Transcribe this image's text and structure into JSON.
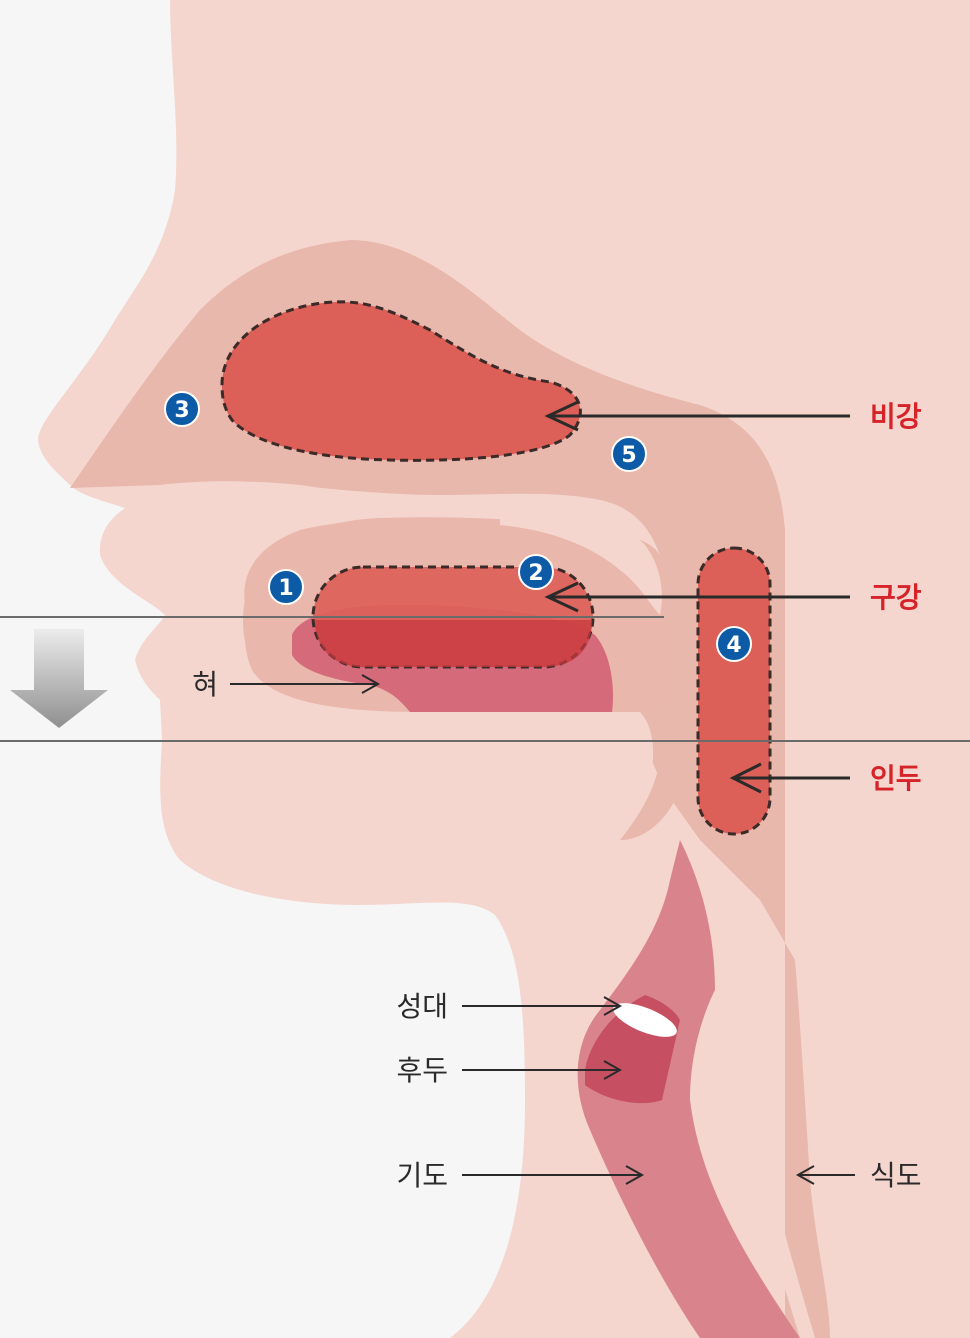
{
  "labels": {
    "nasal_cavity": "비강",
    "oral_cavity": "구강",
    "pharynx": "인두",
    "tongue": "혀",
    "vocal_cords": "성대",
    "larynx": "후두",
    "trachea": "기도",
    "esophagus": "식도"
  },
  "markers": [
    "1",
    "2",
    "3",
    "4",
    "5"
  ],
  "colors": {
    "background": "#f6f6f6",
    "skin": "#f5d6ce",
    "tract": "#e8b8ac",
    "highlight": "#dc5f58",
    "tongue": "#d46a7a",
    "trachea": "#d9848c",
    "label_red": "#d6232a",
    "badge": "#0d5aa7"
  }
}
